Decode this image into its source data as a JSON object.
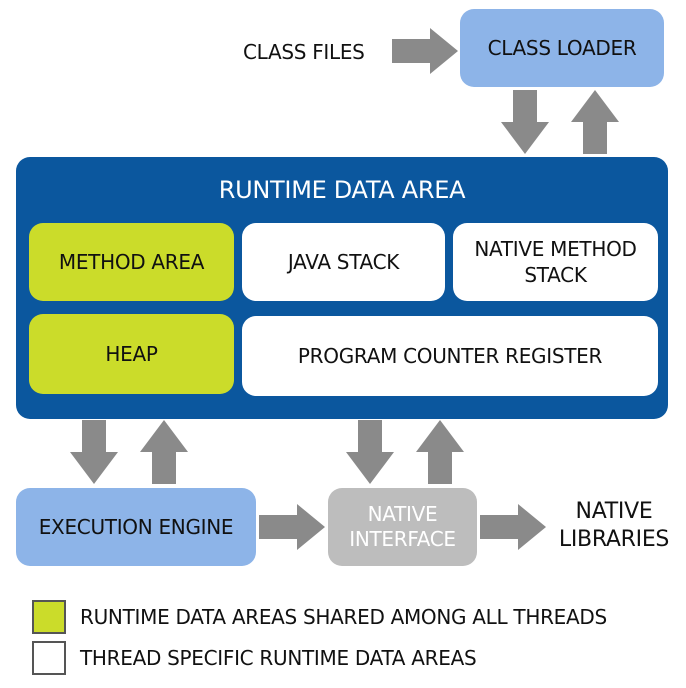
{
  "diagram": {
    "class_files_label": "CLASS FILES",
    "class_loader_label": "CLASS LOADER",
    "runtime_title": "RUNTIME DATA AREA",
    "cells": {
      "method_area": "METHOD AREA",
      "java_stack": "JAVA STACK",
      "native_method_stack_line1": "NATIVE METHOD",
      "native_method_stack_line2": "STACK",
      "heap": "HEAP",
      "program_counter_register": "PROGRAM COUNTER REGISTER"
    },
    "execution_engine_label": "EXECUTION ENGINE",
    "native_interface_line1": "NATIVE",
    "native_interface_line2": "INTERFACE",
    "native_libraries_line1": "NATIVE",
    "native_libraries_line2": "LIBRARIES"
  },
  "legend": {
    "shared_label": "RUNTIME DATA AREAS SHARED AMONG ALL THREADS",
    "thread_specific_label": "THREAD SPECIFIC RUNTIME DATA AREAS"
  },
  "colors": {
    "runtime_area": "#0b579e",
    "shared_area": "#cbdc2a",
    "thread_specific_area": "#ffffff",
    "component_box": "#8db4e8",
    "native_interface_box": "#bdbdbd",
    "arrow": "#8a8a8a"
  }
}
